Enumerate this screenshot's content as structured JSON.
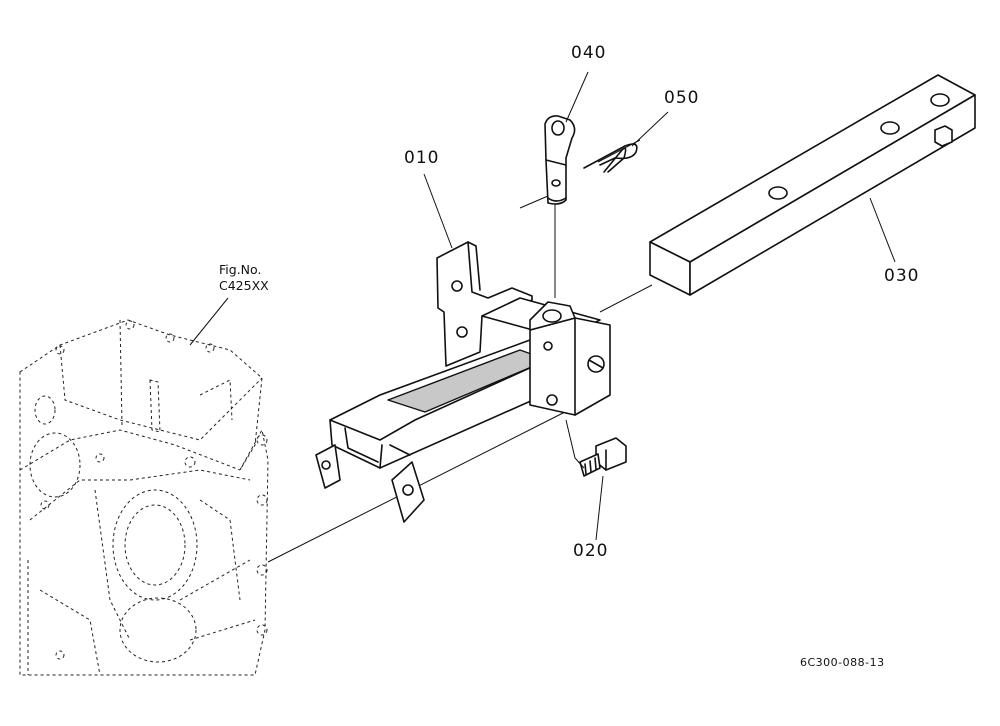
{
  "figure_ref": {
    "line1": "Fig.No.",
    "line2": "C425XX"
  },
  "parts": [
    {
      "id": "p010",
      "label": "010"
    },
    {
      "id": "p020",
      "label": "020"
    },
    {
      "id": "p030",
      "label": "030"
    },
    {
      "id": "p040",
      "label": "040"
    },
    {
      "id": "p050",
      "label": "050"
    }
  ],
  "drawing_code": "6C300-088-13",
  "colors": {
    "line": "#111111",
    "background": "#ffffff"
  }
}
